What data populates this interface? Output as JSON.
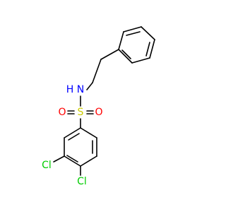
{
  "molecule": {
    "atoms": {
      "nitrogen": {
        "symbol": "N",
        "hydrogen": "H",
        "color": "#0000ff"
      },
      "sulfur": {
        "symbol": "S",
        "color": "#cccc00"
      },
      "oxygen_left": {
        "symbol": "O",
        "color": "#ff0000"
      },
      "oxygen_right": {
        "symbol": "O",
        "color": "#ff0000"
      },
      "chlorine_3": {
        "symbol": "Cl",
        "color": "#00cc00"
      },
      "chlorine_4": {
        "symbol": "Cl",
        "color": "#00cc00"
      }
    },
    "bond_color": "#000000"
  }
}
